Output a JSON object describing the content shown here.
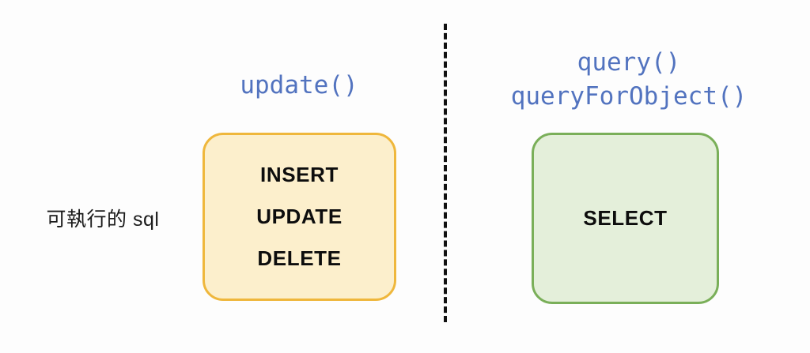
{
  "diagram": {
    "background_color": "#fdfdfd",
    "side_label": "可執行的 sql",
    "divider": {
      "name": "dashed-vertical-divider",
      "style": "dashed",
      "color": "#111111"
    },
    "groups": [
      {
        "id": "write",
        "methods": [
          "update()"
        ],
        "methods_color": "#5273bf",
        "box": {
          "statements": [
            "INSERT",
            "UPDATE",
            "DELETE"
          ],
          "fill_color": "#fcefcc",
          "border_color": "#efb73c",
          "text_color": "#0d0d0d"
        }
      },
      {
        "id": "read",
        "methods": [
          "query()",
          "queryForObject()"
        ],
        "methods_color": "#5273bf",
        "box": {
          "statements": [
            "SELECT"
          ],
          "fill_color": "#e4efda",
          "border_color": "#7aaf59",
          "text_color": "#0d0d0d"
        }
      }
    ]
  }
}
